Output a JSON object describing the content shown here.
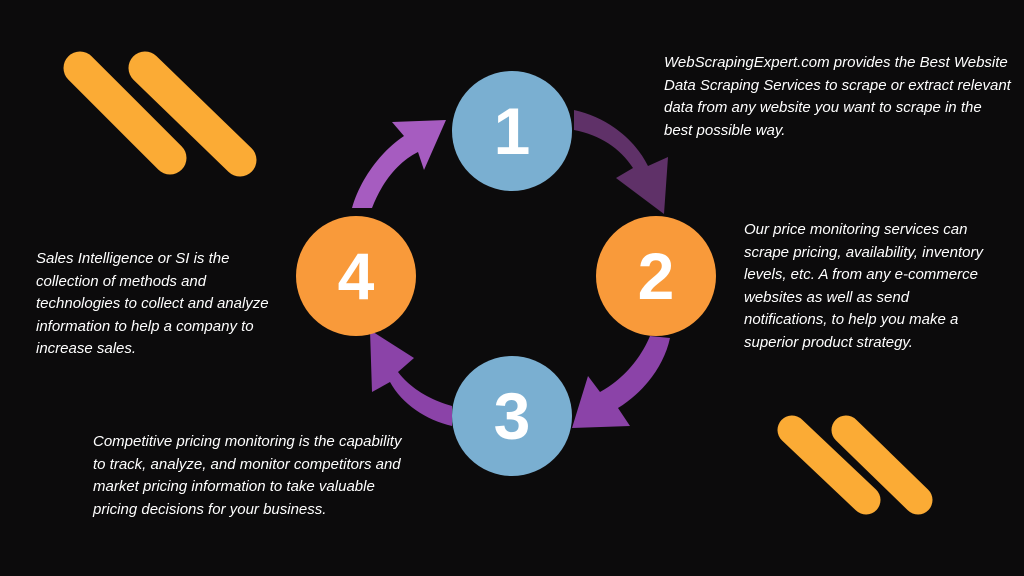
{
  "colors": {
    "background": "#0c0b0c",
    "blue_step": "#7aafd1",
    "orange_step": "#f99a3a",
    "stripe": "#fbab35",
    "arrow_dark": "#5f3168",
    "arrow_mid": "#8b43a8",
    "arrow_light": "#a65cc0"
  },
  "steps": [
    {
      "number": "1",
      "text": "WebScrapingExpert.com  provides the Best Website Data Scraping Services to   scrape or extract relevant  data from any website you want to scrape in the best possible way."
    },
    {
      "number": "2",
      "text": "Our price monitoring services can scrape pricing, availability, inventory levels, etc.   A from any e-commerce websites as well as send notifications, to help you make a superior product strategy."
    },
    {
      "number": "3",
      "text": "Competitive pricing monitoring is the capability to track, analyze, and monitor competitors and market pricing information to take valuable pricing decisions for your business."
    },
    {
      "number": "4",
      "text": "Sales Intelligence or SI is the collection of methods and technologies to collect and   analyze information to help a company to increase sales."
    }
  ],
  "icons": [
    "arrow-icon",
    "decorative-stripe-icon"
  ]
}
